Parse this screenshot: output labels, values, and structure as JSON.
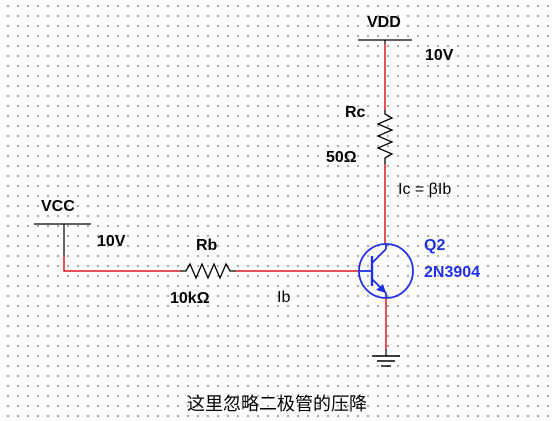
{
  "vdd": {
    "name": "VDD",
    "value": "10V"
  },
  "vcc": {
    "name": "VCC",
    "value": "10V"
  },
  "rc": {
    "name": "Rc",
    "value": "50Ω"
  },
  "rb": {
    "name": "Rb",
    "value": "10kΩ"
  },
  "transistor": {
    "name": "Q2",
    "part": "2N3904"
  },
  "annotations": {
    "collector_current": "Ic = βIb",
    "base_current": "Ib",
    "note": "这里忽略二极管的压降"
  },
  "colors": {
    "wire_red": "#e0141e",
    "wire_black": "#000000",
    "component_blue": "#1f2fe6",
    "grid_dot": "#9a9a9a"
  }
}
